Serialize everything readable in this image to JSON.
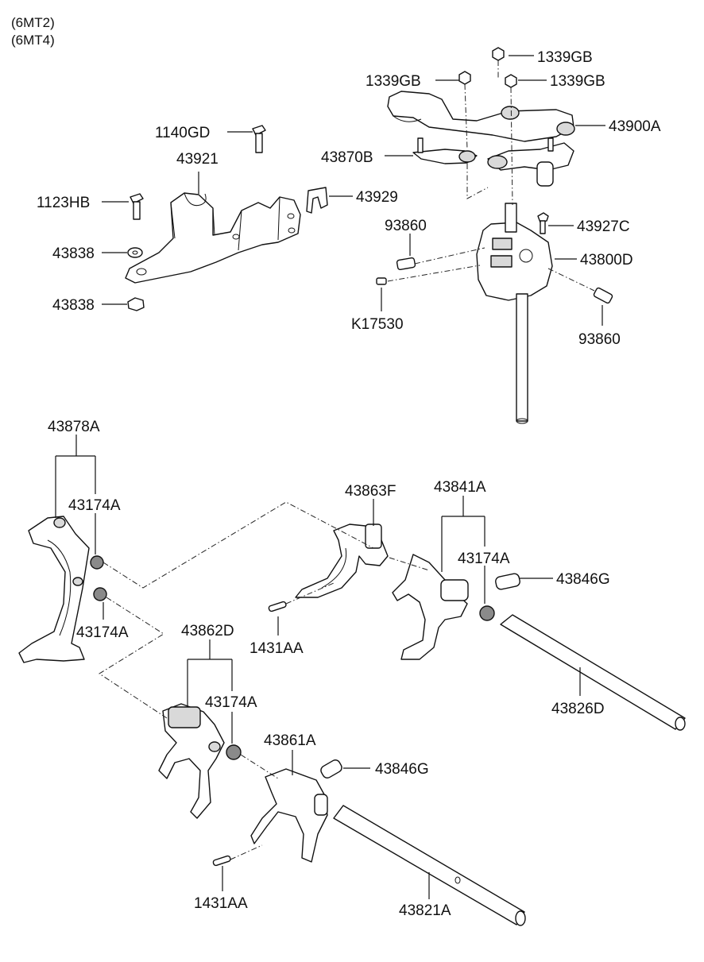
{
  "header": {
    "variant_1": "(6MT2)",
    "variant_2": "(6MT4)"
  },
  "labels": {
    "p1339gb_top": "1339GB",
    "p1339gb_left": "1339GB",
    "p1339gb_right": "1339GB",
    "p43900a": "43900A",
    "p1140gd": "1140GD",
    "p43921": "43921",
    "p43870b": "43870B",
    "p1123hb": "1123HB",
    "p43929": "43929",
    "p93860_a": "93860",
    "p43927c": "43927C",
    "p43838_a": "43838",
    "p43800d": "43800D",
    "p43838_b": "43838",
    "pk17530": "K17530",
    "p93860_b": "93860",
    "p43878a": "43878A",
    "p43174a_1": "43174A",
    "p43174a_2": "43174A",
    "p43863f": "43863F",
    "p43841a": "43841A",
    "p43174a_3": "43174A",
    "p43846g_1": "43846G",
    "p1431aa_1": "1431AA",
    "p43862d": "43862D",
    "p43174a_4": "43174A",
    "p43826d": "43826D",
    "p43861a": "43861A",
    "p43846g_2": "43846G",
    "p1431aa_2": "1431AA",
    "p43821a": "43821A"
  }
}
